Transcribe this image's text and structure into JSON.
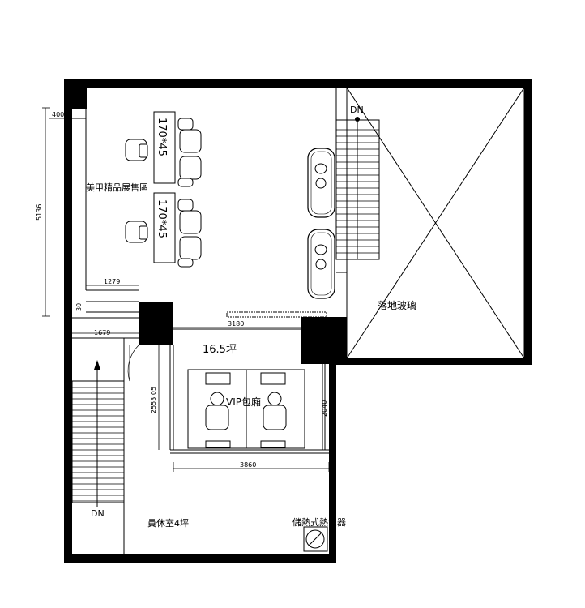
{
  "labels": {
    "display_area": "美甲精品展售區",
    "table_size_1": "170*45",
    "table_size_2": "170*45",
    "glass": "落地玻璃",
    "area_size": "16.5坪",
    "vip_room": "VIP包廂",
    "staff_room": "員休室4坪",
    "heater": "儲熱式熱水器",
    "dn_top": "DN",
    "dn_left": "DN"
  },
  "dimensions": {
    "d400": "400",
    "d5136": "5136",
    "d1279": "1279",
    "d30": "30",
    "d1679": "1679",
    "d3180": "3180",
    "d2553": "2553.05",
    "d2040": "2040",
    "d3860": "3860"
  }
}
